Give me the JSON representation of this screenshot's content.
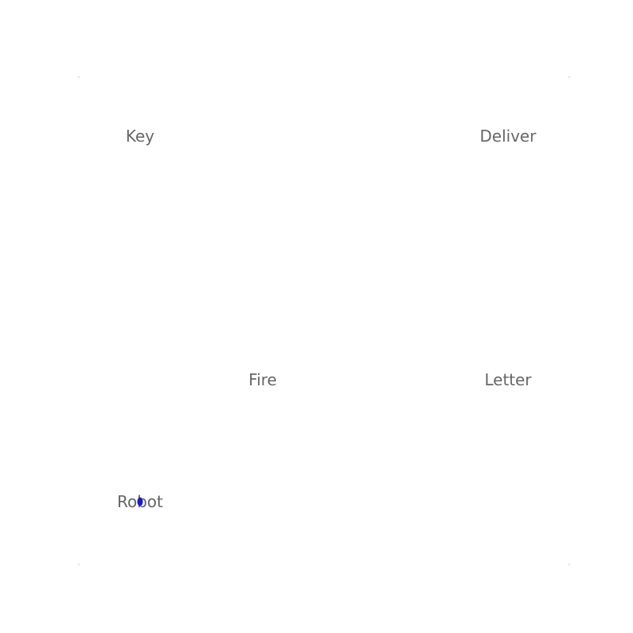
{
  "board": {
    "labels": {
      "key": "Key",
      "deliver": "Deliver",
      "fire": "Fire",
      "letter": "Letter",
      "robot": "Robot"
    }
  },
  "agent": {
    "color": "#1a1acc"
  },
  "colors": {
    "label_text": "#666666",
    "background": "#ffffff"
  }
}
